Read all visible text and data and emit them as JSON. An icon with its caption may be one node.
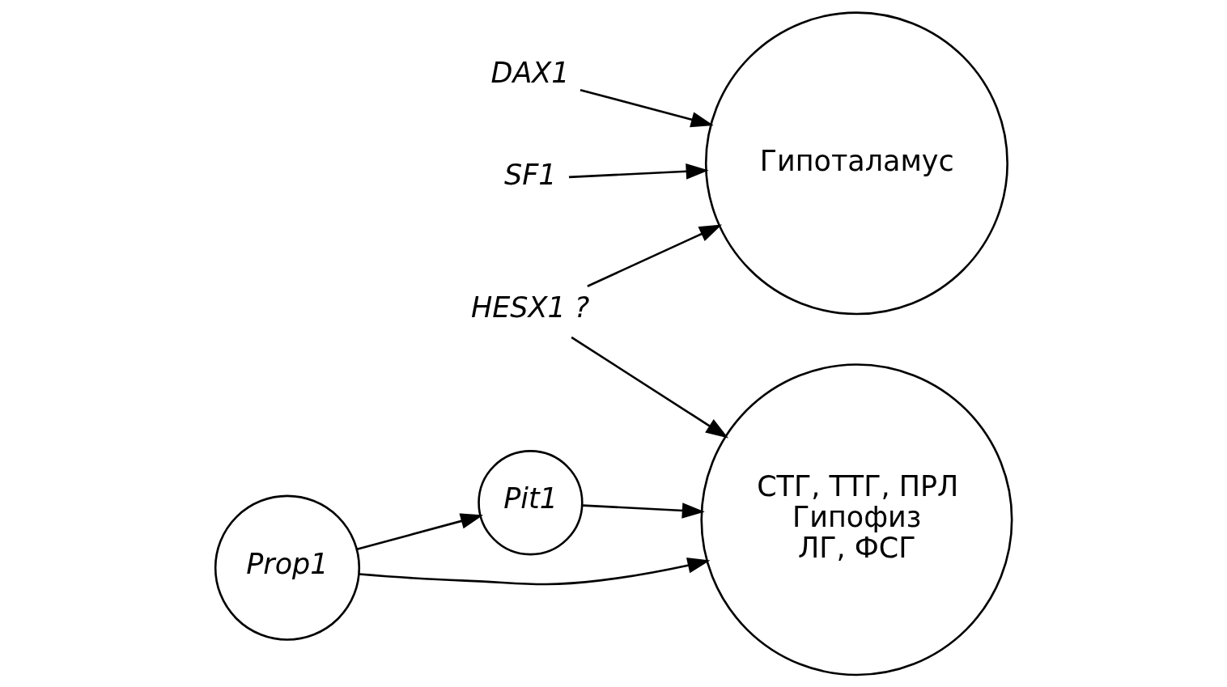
{
  "diagram": {
    "nodes": [
      {
        "text": [
          "DAX1"
        ]
      },
      {
        "text": [
          "SF1"
        ]
      },
      {
        "text": [
          "HESX1 ?"
        ]
      },
      {
        "text": [
          "Гипоталамус"
        ]
      },
      {
        "text": [
          "Prop1"
        ]
      },
      {
        "text": [
          "Pit1"
        ]
      },
      {
        "text": [
          "СТГ, ТТГ, ПРЛ",
          "Гипофиз",
          "ЛГ, ФСГ"
        ]
      }
    ],
    "edges": [
      {
        "from": 0,
        "to": 3,
        "arrow": "to"
      },
      {
        "from": 1,
        "to": 3,
        "arrow": "to"
      },
      {
        "from": 2,
        "to": 3,
        "arrow": "to"
      },
      {
        "from": 2,
        "to": 6,
        "arrow": "to"
      },
      {
        "from": 4,
        "to": 5,
        "arrow": "to"
      },
      {
        "from": 5,
        "to": 6,
        "arrow": "to"
      },
      {
        "from": 4,
        "to": 6,
        "arrow": "to"
      }
    ]
  }
}
